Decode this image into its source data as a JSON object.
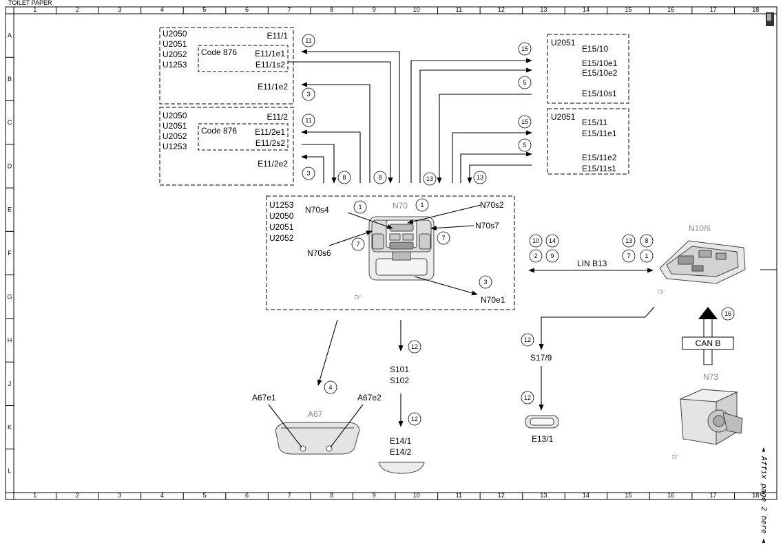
{
  "frame": {
    "header_cut": "TOILET PAPER",
    "columns": [
      "1",
      "2",
      "3",
      "4",
      "5",
      "6",
      "7",
      "8",
      "9",
      "10",
      "11",
      "12",
      "13",
      "14",
      "15",
      "16",
      "17",
      "18"
    ],
    "rows": [
      "A",
      "B",
      "C",
      "D",
      "E",
      "F",
      "G",
      "H",
      "J",
      "K",
      "L"
    ]
  },
  "group1": {
    "codes": [
      "U2050",
      "U2051",
      "U2052",
      "U1253"
    ],
    "sub_code": "Code 876",
    "items": [
      "E11/1",
      "E11/1e1",
      "E11/1s2",
      "E11/1e2"
    ]
  },
  "group2": {
    "codes": [
      "U2050",
      "U2051",
      "U2052",
      "U1253"
    ],
    "sub_code": "Code 876",
    "items": [
      "E11/2",
      "E11/2e1",
      "E11/2s2",
      "E11/2e2"
    ]
  },
  "group3": {
    "code": "U2051",
    "items": [
      "E15/10",
      "E15/10e1",
      "E15/10e2",
      "E15/10s1"
    ]
  },
  "group4": {
    "code": "U2051",
    "items": [
      "E15/11",
      "E15/11e1",
      "E15/11e2",
      "E15/11s1"
    ]
  },
  "center": {
    "codes": [
      "U1253",
      "U2050",
      "U2051",
      "U2052"
    ],
    "title": "N70",
    "labels": [
      "N70s4",
      "N70s2",
      "N70s7",
      "N70s6",
      "N70e1"
    ]
  },
  "right_unit": {
    "title": "N10/6",
    "bus_label": "LIN B13"
  },
  "ignition": {
    "title": "N73",
    "bus_label": "CAN B"
  },
  "a67": {
    "title": "A67",
    "left_label": "A67e1",
    "right_label": "A67e2"
  },
  "s101": {
    "line1": "S101",
    "line2": "S102"
  },
  "e14": {
    "line1": "E14/1",
    "line2": "E14/2"
  },
  "s17": {
    "label": "S17/9"
  },
  "e13": {
    "label": "E13/1"
  },
  "circles": {
    "c1": "11",
    "c2": "15",
    "c3": "3",
    "c4": "5",
    "c5": "11",
    "c6": "15",
    "c7": "5",
    "c8": "3",
    "c9": "8",
    "c10": "8",
    "c11": "13",
    "c12": "13",
    "c13": "1",
    "c14": "1",
    "c15": "7",
    "c16": "7",
    "c17": "3",
    "c18": "10",
    "c19": "14",
    "c20": "2",
    "c21": "9",
    "c22": "13",
    "c23": "8",
    "c24": "7",
    "c25": "1",
    "c26": "16",
    "c27": "12",
    "c28": "4",
    "c29": "12",
    "c30": "12",
    "c31": "12"
  },
  "side_note": "◄ Affix page 2 here ◄"
}
